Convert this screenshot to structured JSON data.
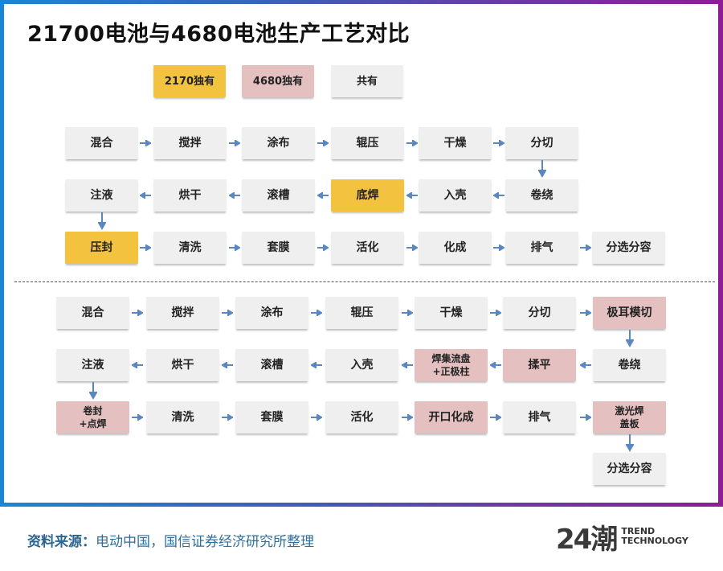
{
  "title": "21700电池与4680电池生产工艺对比",
  "legend": [
    {
      "label": "2170独有",
      "type": "only2170",
      "color": "#f3c33f"
    },
    {
      "label": "4680独有",
      "type": "only4680",
      "color": "#e4c0c0"
    },
    {
      "label": "共有",
      "type": "common",
      "color": "#efefef"
    }
  ],
  "process_21700": {
    "row1": [
      "混合",
      "搅拌",
      "涂布",
      "辊压",
      "干燥",
      "分切"
    ],
    "row2": [
      "注液",
      "烘干",
      "滚槽",
      "底焊",
      "入壳",
      "卷绕"
    ],
    "row3": [
      "压封",
      "清洗",
      "套膜",
      "活化",
      "化成",
      "排气",
      "分选分容"
    ],
    "highlighted_2170_only": [
      "底焊",
      "压封"
    ]
  },
  "process_4680": {
    "row1": [
      "混合",
      "搅拌",
      "涂布",
      "辊压",
      "干燥",
      "分切",
      "极耳模切"
    ],
    "row2": [
      "注液",
      "烘干",
      "滚槽",
      "入壳",
      "焊集流盘\n+正极柱",
      "揉平",
      "卷绕"
    ],
    "row2_lines": {
      "weld_line1": "焊集流盘",
      "weld_line2": "+正极柱"
    },
    "row3": [
      "卷封\n+点焊",
      "清洗",
      "套膜",
      "活化",
      "开口化成",
      "排气",
      "激光焊\n盖板"
    ],
    "row3_lines": {
      "seal_line1": "卷封",
      "seal_line2": "+点焊",
      "laser_line1": "激光焊",
      "laser_line2": "盖板"
    },
    "row4": [
      "分选分容"
    ],
    "highlighted_4680_only": [
      "极耳模切",
      "焊集流盘+正极柱",
      "揉平",
      "卷封+点焊",
      "开口化成",
      "激光焊盖板"
    ]
  },
  "colors": {
    "frame_gradient_start": "#1a86d6",
    "frame_gradient_end": "#8e1c96",
    "arrow": "#5b87c0",
    "source_text": "#2f6e9a"
  },
  "footer": {
    "source_label": "资料来源：",
    "source_text": "电动中国，国信证券经济研究所整理",
    "logo_mark": "24潮",
    "logo_line1": "TREND",
    "logo_line2": "TECHNOLOGY"
  }
}
